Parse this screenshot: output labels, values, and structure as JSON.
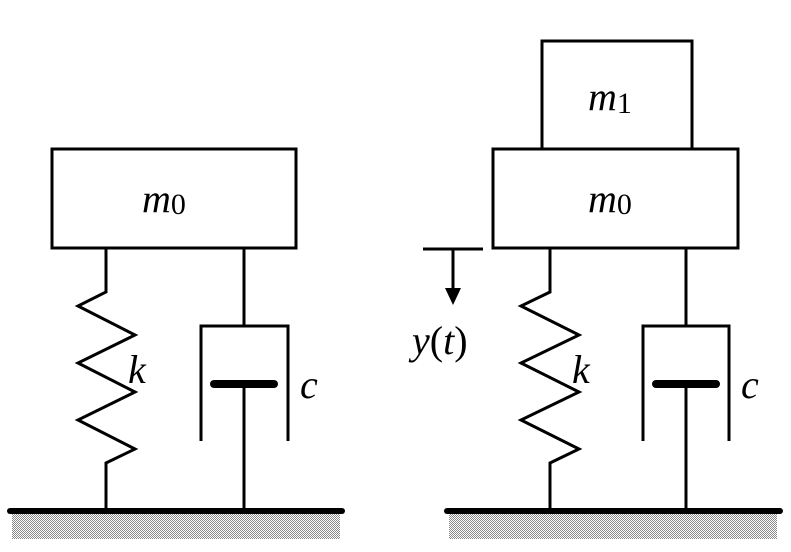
{
  "diagram": {
    "type": "mechanical-schematic",
    "left_system": {
      "mass_label": "m",
      "mass_subscript": "0",
      "spring_label": "k",
      "damper_label": "c"
    },
    "right_system": {
      "top_mass_label": "m",
      "top_mass_subscript": "1",
      "mass_label": "m",
      "mass_subscript": "0",
      "spring_label": "k",
      "damper_label": "c",
      "displacement_label_var": "y",
      "displacement_label_open": "(",
      "displacement_label_arg": "t",
      "displacement_label_close": ")"
    }
  }
}
